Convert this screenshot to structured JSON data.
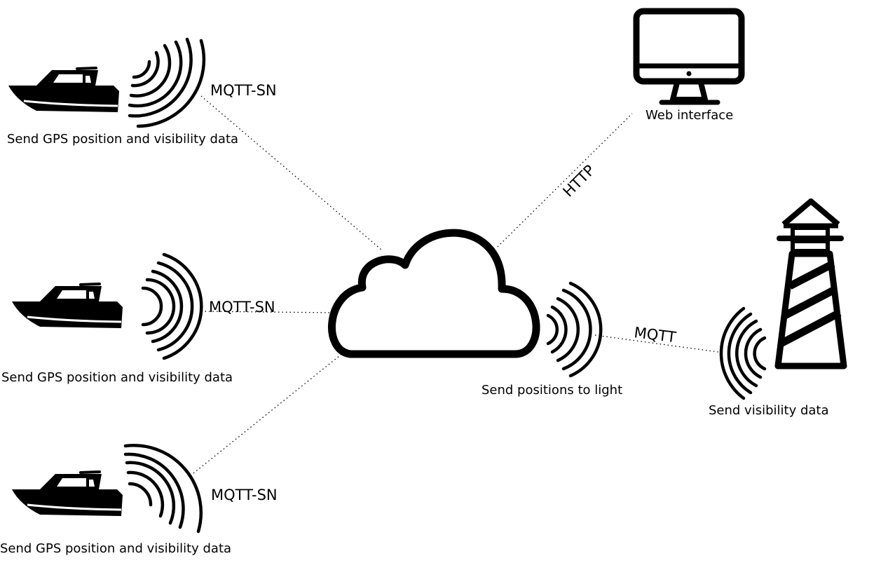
{
  "nodes": {
    "boat_top": {
      "caption": "Send GPS position and visibility data",
      "protocol": "MQTT-SN"
    },
    "boat_middle": {
      "caption": "Send GPS position and visibility data",
      "protocol": "MQTT-SN"
    },
    "boat_bottom": {
      "caption": "Send GPS position and visibility data",
      "protocol": "MQTT-SN"
    },
    "cloud": {
      "caption": "Send positions to light"
    },
    "web": {
      "caption": "Web interface",
      "protocol": "HTTP"
    },
    "lighthouse": {
      "caption": "Send visibility data",
      "protocol": "MQTT"
    }
  },
  "icons": {
    "boat": "boat-icon",
    "signal": "wireless-signal-icon",
    "cloud": "cloud-icon",
    "monitor": "monitor-icon",
    "lighthouse": "lighthouse-icon"
  }
}
